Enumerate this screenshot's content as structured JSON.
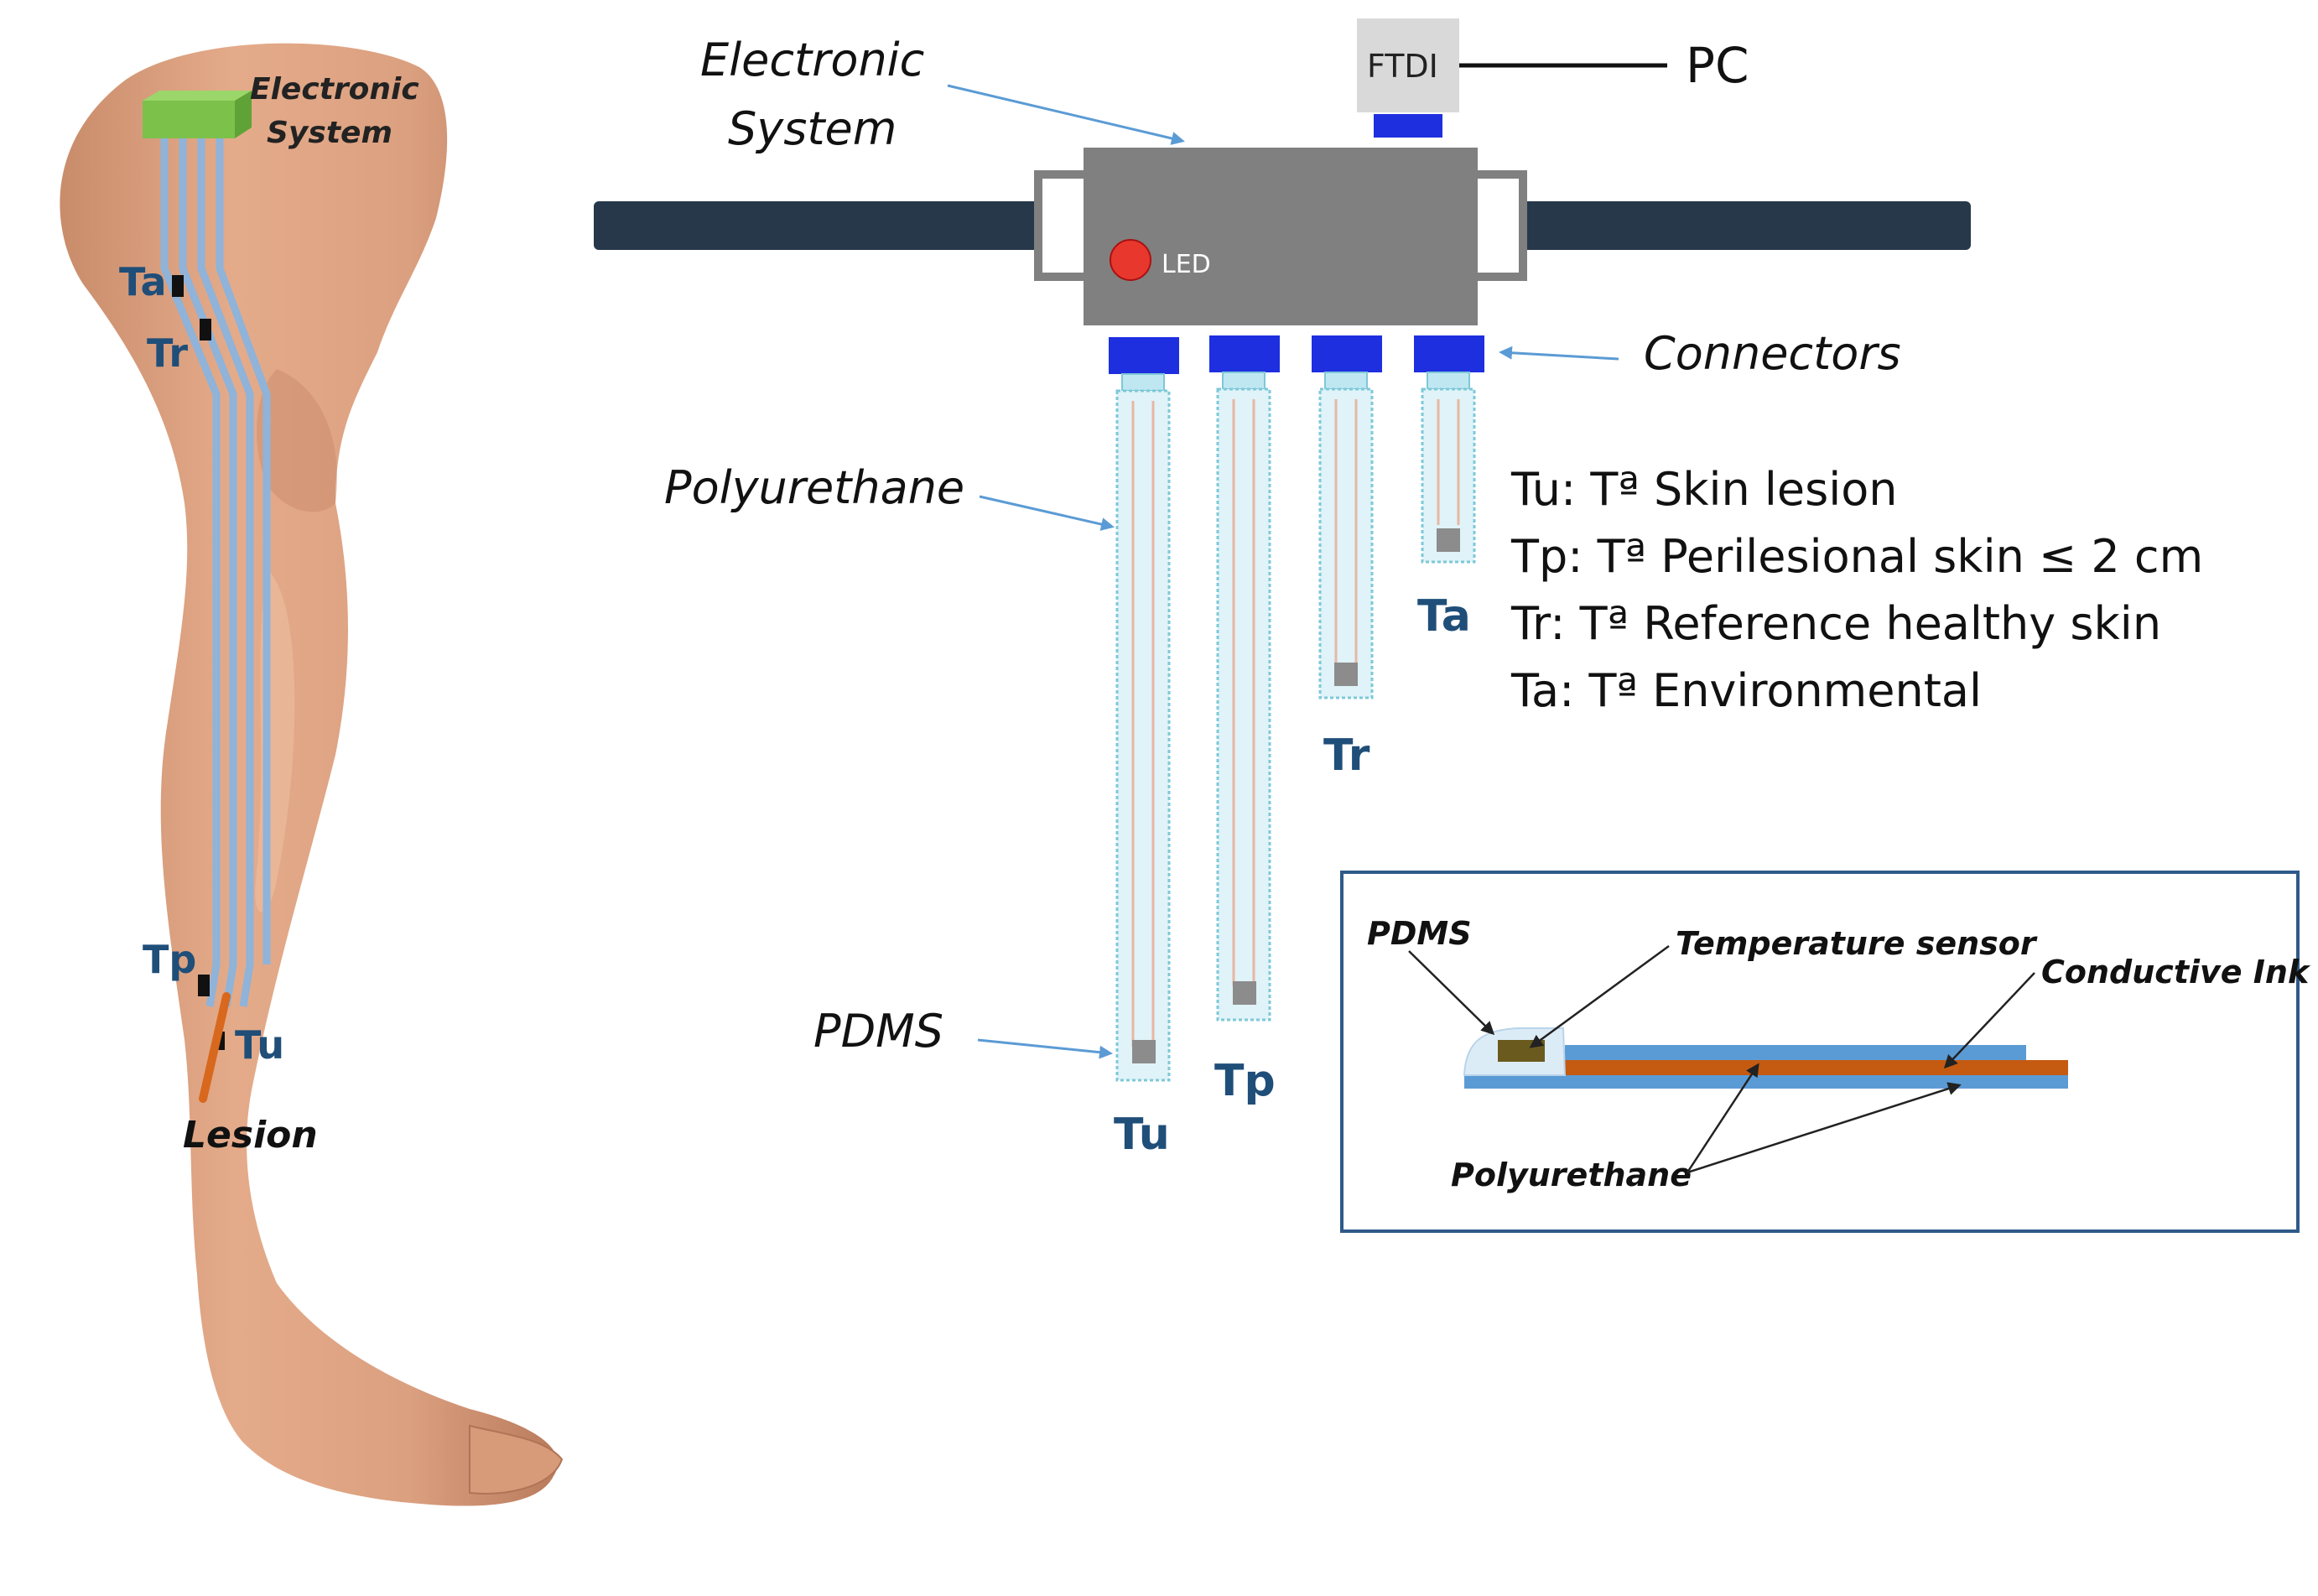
{
  "colors": {
    "skin": "#dea583",
    "skin_shadow": "#c88a6a",
    "housing": "#808080",
    "bar": "#263849",
    "connector": "#1e2fe0",
    "strip_fill": "#dff3f8",
    "strip_border": "#7ec8d8",
    "sensor": "#8c8c8c",
    "lead_label": "#1f4e79",
    "arrow": "#5b9bd5",
    "led": "#e8372c",
    "module": "#7cc14a",
    "ink": "#c55a11",
    "pu_layer": "#5b9bd5",
    "pdms": "#dcecf7",
    "sensor_chip": "#6b5a1e",
    "inset_border": "#2e5a8a"
  },
  "leg": {
    "module_label_line1": "Electronic",
    "module_label_line2": "System",
    "ta": "Ta",
    "tr": "Tr",
    "tp": "Tp",
    "tu": "Tu",
    "lesion": "Lesion"
  },
  "top": {
    "electronic_line1": "Electronic",
    "electronic_line2": "System",
    "ftdi": "FTDI",
    "pc": "PC",
    "led": "LED",
    "connectors": "Connectors",
    "polyurethane": "Polyurethane",
    "pdms": "PDMS"
  },
  "sensors": {
    "tu": "Tu",
    "tp": "Tp",
    "tr": "Tr",
    "ta": "Ta"
  },
  "legend": [
    "Tu: Tª Skin lesion",
    "Tp: Tª Perilesional skin ≤ 2 cm",
    "Tr: Tª  Reference healthy skin",
    "Ta: Tª Environmental"
  ],
  "inset": {
    "pdms": "PDMS",
    "temp_sensor": "Temperature sensor",
    "conductive_ink": "Conductive Ink",
    "polyurethane": "Polyurethane"
  }
}
